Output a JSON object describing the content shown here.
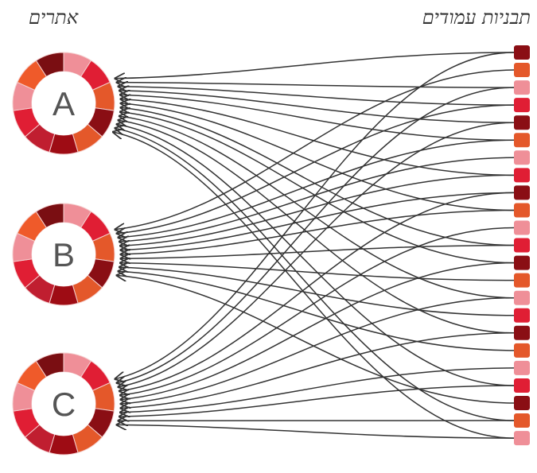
{
  "headings": {
    "sites": "אתרים",
    "templates": "תבניות עמודים"
  },
  "sites": [
    {
      "label": "A"
    },
    {
      "label": "B"
    },
    {
      "label": "C"
    }
  ],
  "segment_colors": [
    "#ef8f98",
    "#e01e34",
    "#e4582a",
    "#8a0e14",
    "#e4582a",
    "#9e0c14",
    "#c01e30",
    "#e01e34",
    "#ef8f98",
    "#ef5a2a",
    "#7a0e12"
  ],
  "template_colors": [
    "#8a0e14",
    "#e4582a",
    "#ef8f98",
    "#e01e34"
  ],
  "template_count": 23,
  "links": [
    [
      0,
      "A"
    ],
    [
      0,
      "C"
    ],
    [
      1,
      "B"
    ],
    [
      2,
      "A"
    ],
    [
      2,
      "C"
    ],
    [
      3,
      "B"
    ],
    [
      3,
      "A"
    ],
    [
      4,
      "A"
    ],
    [
      4,
      "C"
    ],
    [
      5,
      "A"
    ],
    [
      5,
      "B"
    ],
    [
      6,
      "B"
    ],
    [
      7,
      "B"
    ],
    [
      7,
      "A"
    ],
    [
      8,
      "C"
    ],
    [
      8,
      "B"
    ],
    [
      9,
      "B"
    ],
    [
      9,
      "A"
    ],
    [
      10,
      "C"
    ],
    [
      11,
      "B"
    ],
    [
      11,
      "A"
    ],
    [
      12,
      "A"
    ],
    [
      12,
      "C"
    ],
    [
      13,
      "B"
    ],
    [
      14,
      "A"
    ],
    [
      14,
      "C"
    ],
    [
      15,
      "B"
    ],
    [
      16,
      "A"
    ],
    [
      16,
      "C"
    ],
    [
      17,
      "B"
    ],
    [
      18,
      "C"
    ],
    [
      19,
      "A"
    ],
    [
      19,
      "C"
    ],
    [
      20,
      "B"
    ],
    [
      21,
      "C"
    ],
    [
      21,
      "A"
    ],
    [
      22,
      "A"
    ],
    [
      22,
      "C"
    ]
  ]
}
